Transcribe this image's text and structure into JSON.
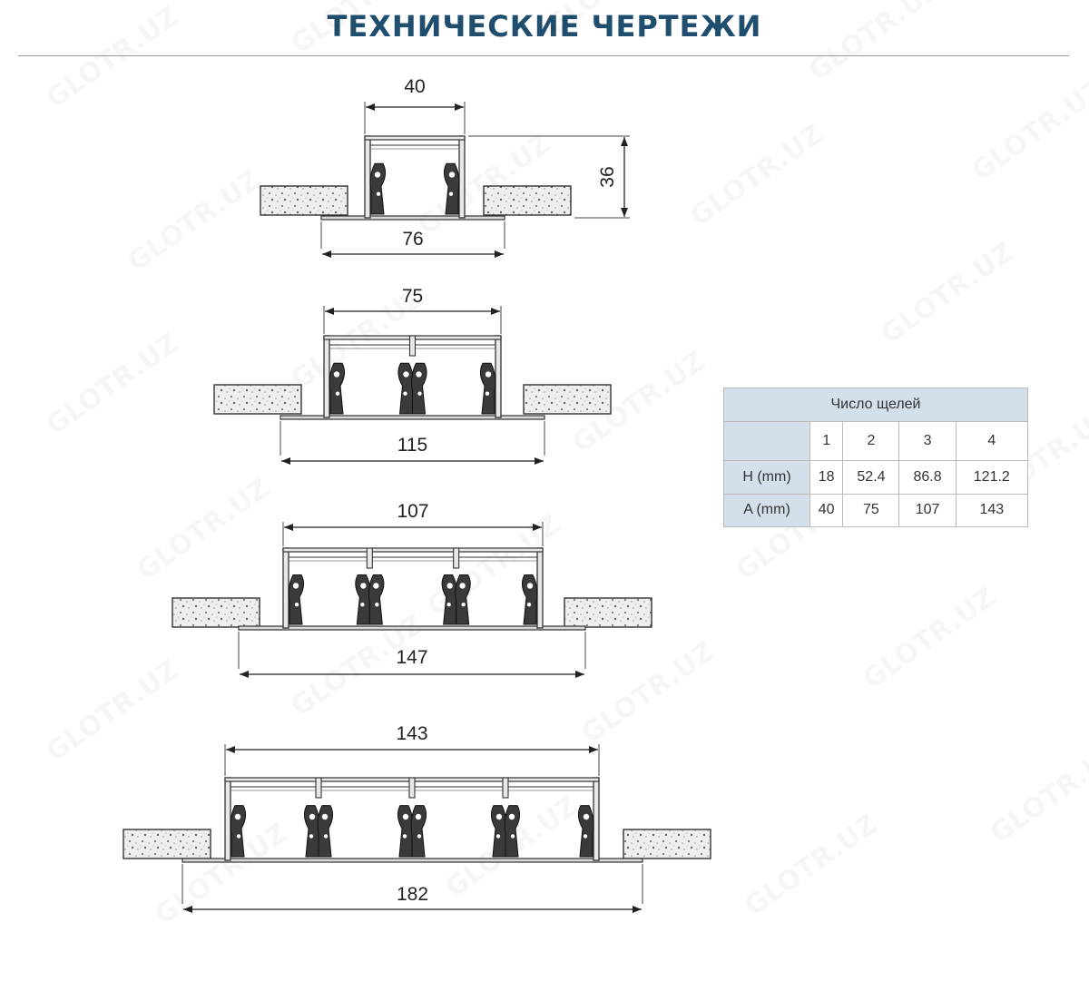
{
  "page": {
    "title": "ТЕХНИЧЕСКИЕ ЧЕРТЕЖИ"
  },
  "drawings": [
    {
      "slots": 1,
      "width_label": "40",
      "base_label": "76",
      "height_label": "36"
    },
    {
      "slots": 2,
      "width_label": "75",
      "base_label": "115"
    },
    {
      "slots": 3,
      "width_label": "107",
      "base_label": "147"
    },
    {
      "slots": 4,
      "width_label": "143",
      "base_label": "182"
    }
  ],
  "table": {
    "header": "Число щелей",
    "columns": [
      "1",
      "2",
      "3",
      "4"
    ],
    "rows": [
      {
        "label": "H (mm)",
        "values": [
          "18",
          "52.4",
          "86.8",
          "121.2"
        ]
      },
      {
        "label": "A (mm)",
        "values": [
          "40",
          "75",
          "107",
          "143"
        ]
      }
    ]
  },
  "watermark": "GLOTR.UZ",
  "colors": {
    "title": "#1f4e6e",
    "table_header_bg": "#d3e0ec",
    "line": "#333333"
  }
}
